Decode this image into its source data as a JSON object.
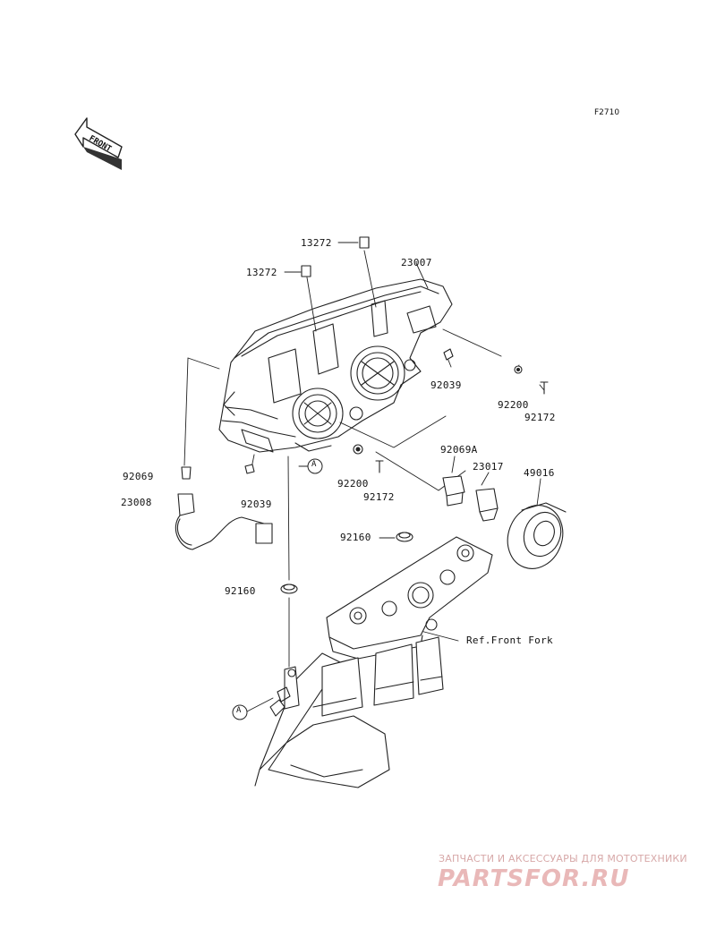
{
  "diagram_code": "F2710",
  "front_label": "FRONT",
  "parts": [
    {
      "number": "13272"
    },
    {
      "number": "13272"
    },
    {
      "number": "23007"
    },
    {
      "number": "92039"
    },
    {
      "number": "92200"
    },
    {
      "number": "92172"
    },
    {
      "number": "92069A"
    },
    {
      "number": "23017"
    },
    {
      "number": "49016"
    },
    {
      "number": "92069"
    },
    {
      "number": "23008"
    },
    {
      "number": "92039"
    },
    {
      "number": "92200"
    },
    {
      "number": "92172"
    },
    {
      "number": "92160"
    },
    {
      "number": "92160"
    }
  ],
  "reference": "Ref.Front Fork",
  "callout": "A",
  "watermark": {
    "tagline": "ЗАПЧАСТИ И АКСЕССУАРЫ ДЛЯ МОТОТЕХНИКИ",
    "brand": "PARTSFOR.RU"
  }
}
